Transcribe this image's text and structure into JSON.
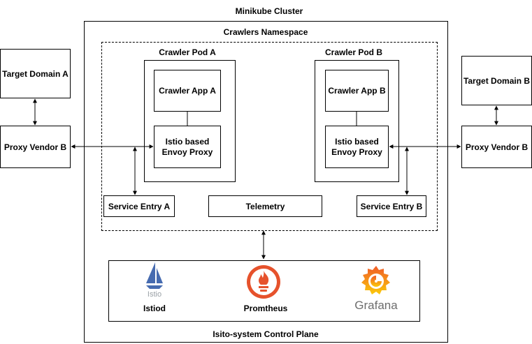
{
  "cluster": {
    "title": "Minikube Cluster"
  },
  "namespace": {
    "title": "Crawlers Namespace"
  },
  "pod_a": {
    "title": "Crawler Pod A",
    "app": "Crawler App A",
    "proxy": "Istio based\nEnvoy  Proxy"
  },
  "pod_b": {
    "title": "Crawler Pod B",
    "app": "Crawler App B",
    "proxy": "Istio based\nEnvoy Proxy"
  },
  "left": {
    "target": "Target Domain A",
    "vendor": "Proxy Vendor B"
  },
  "right": {
    "target": "Target Domain B",
    "vendor": "Proxy Vendor B"
  },
  "service_entry_a": "Service Entry A",
  "service_entry_b": "Service Entry B",
  "telemetry": "Telemetry",
  "control_plane": {
    "title": "Isito-system Control Plane",
    "tools": [
      {
        "name": "Istiod",
        "logo_text": "Istio",
        "icon": "istio-sail-icon",
        "color": "#466BB0"
      },
      {
        "name": "Promtheus",
        "icon": "prometheus-flame-icon",
        "color": "#E6522C"
      },
      {
        "name": "",
        "logo_text": "Grafana",
        "icon": "grafana-icon",
        "color": "#F46800"
      }
    ]
  }
}
